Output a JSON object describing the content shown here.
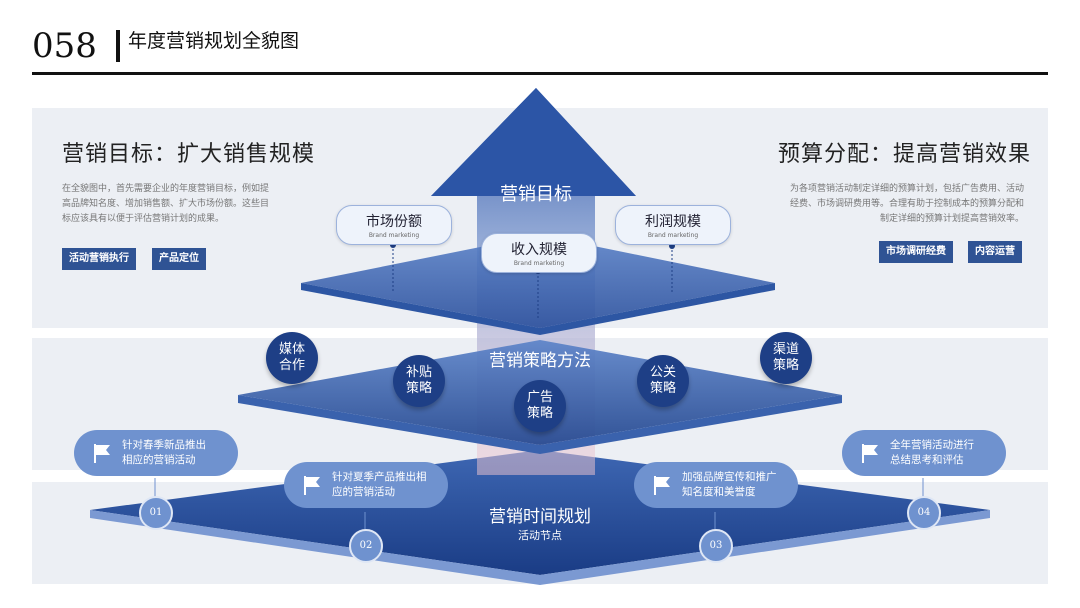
{
  "header": {
    "number": "058",
    "title": "年度营销规划全貌图"
  },
  "left": {
    "title": "营销目标：扩大销售规模",
    "desc_lines": [
      "在全貌图中，首先需要企业的年度营销目标，例如提",
      "高品牌知名度、增加销售额、扩大市场份额。这些目",
      "标应该具有以便于评估营销计划的成果。"
    ],
    "tags": [
      "活动营销执行",
      "产品定位"
    ]
  },
  "right": {
    "title": "预算分配：提高营销效果",
    "desc_lines": [
      "为各项营销活动制定详细的预算计划，包括广告费用、活动",
      "经费、市场调研费用等。合理有助于控制成本的预算分配和",
      "制定详细的预算计划提高营销效率。"
    ],
    "tags": [
      "市场调研经费",
      "内容运营"
    ]
  },
  "top_layer": {
    "arrow_label": "营销目标",
    "pills": [
      {
        "title": "市场份额",
        "sub": "Brand marketing"
      },
      {
        "title": "收入规模",
        "sub": "Brand marketing"
      },
      {
        "title": "利润规模",
        "sub": "Brand marketing"
      }
    ]
  },
  "middle_layer": {
    "label": "营销策略方法",
    "circles": [
      {
        "l1": "媒体",
        "l2": "合作"
      },
      {
        "l1": "补贴",
        "l2": "策略"
      },
      {
        "l1": "广告",
        "l2": "策略"
      },
      {
        "l1": "公关",
        "l2": "策略"
      },
      {
        "l1": "渠道",
        "l2": "策略"
      }
    ]
  },
  "bottom_layer": {
    "label": "营销时间规划",
    "sublabel": "活动节点",
    "milestones": [
      {
        "num": "01",
        "l1": "针对春季新品推出",
        "l2": "相应的营销活动"
      },
      {
        "num": "02",
        "l1": "针对夏季产品推出相",
        "l2": "应的营销活动"
      },
      {
        "num": "03",
        "l1": "加强品牌宣传和推广",
        "l2": "知名度和美誉度"
      },
      {
        "num": "04",
        "l1": "全年营销活动进行",
        "l2": "总结思考和评估"
      }
    ]
  },
  "colors": {
    "dark_blue": "#1e3f86",
    "mid_blue": "#2f5394",
    "light_blue": "#6f92cf",
    "band": "#eceff4"
  },
  "icons": [
    "flag-icon"
  ]
}
